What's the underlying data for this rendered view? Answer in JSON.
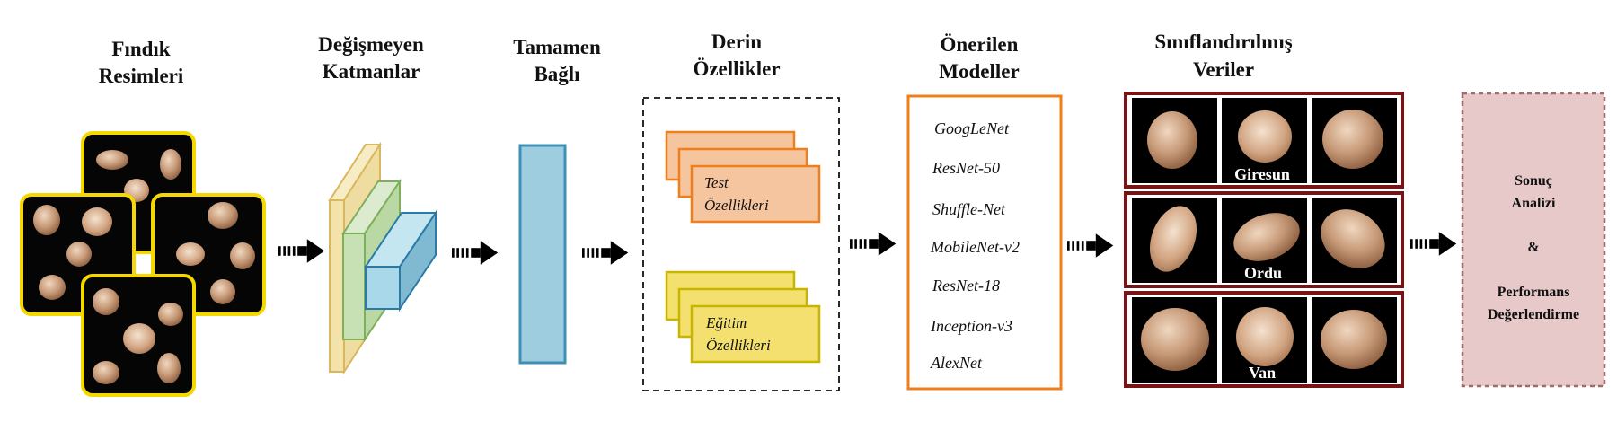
{
  "headers": {
    "images": [
      "Fındık",
      "Resimleri"
    ],
    "invariant": [
      "Değişmeyen",
      "Katmanlar"
    ],
    "fully": [
      "Tamamen",
      "Bağlı"
    ],
    "deep": [
      "Derin",
      "Özellikler"
    ],
    "proposed": [
      "Önerilen",
      "Modeller"
    ],
    "classified": [
      "Sınıflandırılmış",
      "Veriler"
    ]
  },
  "features": {
    "test": [
      "Test",
      "Özellikleri"
    ],
    "train": [
      "Eğitim",
      "Özellikleri"
    ]
  },
  "models": [
    "GoogLeNet",
    "ResNet-50",
    "Shuffle-Net",
    "MobileNet-v2",
    "ResNet-18",
    "Inception-v3",
    "AlexNet"
  ],
  "classes": [
    "Giresun",
    "Ordu",
    "Van"
  ],
  "result": [
    "Sonuç",
    "Analizi",
    "&",
    "Performans",
    "Değerlendirme"
  ],
  "colors": {
    "yellow_border": "#f5d800",
    "cnn_yellow": "#f3e2a9",
    "cnn_green": "#c7e0b4",
    "cnn_blue": "#a9d8ea",
    "fc_blue": "#9fcde0",
    "test_orange": "#f5c5a0",
    "test_border": "#f07f1b",
    "train_yellow": "#f3e06e",
    "train_border": "#c9b400",
    "models_border": "#f07f1b",
    "class_border": "#7a1414",
    "result_fill": "#e7c9c9",
    "result_border": "#a06b6b"
  },
  "icons": [
    "hazelnut-image",
    "dashed-arrow-icon"
  ]
}
